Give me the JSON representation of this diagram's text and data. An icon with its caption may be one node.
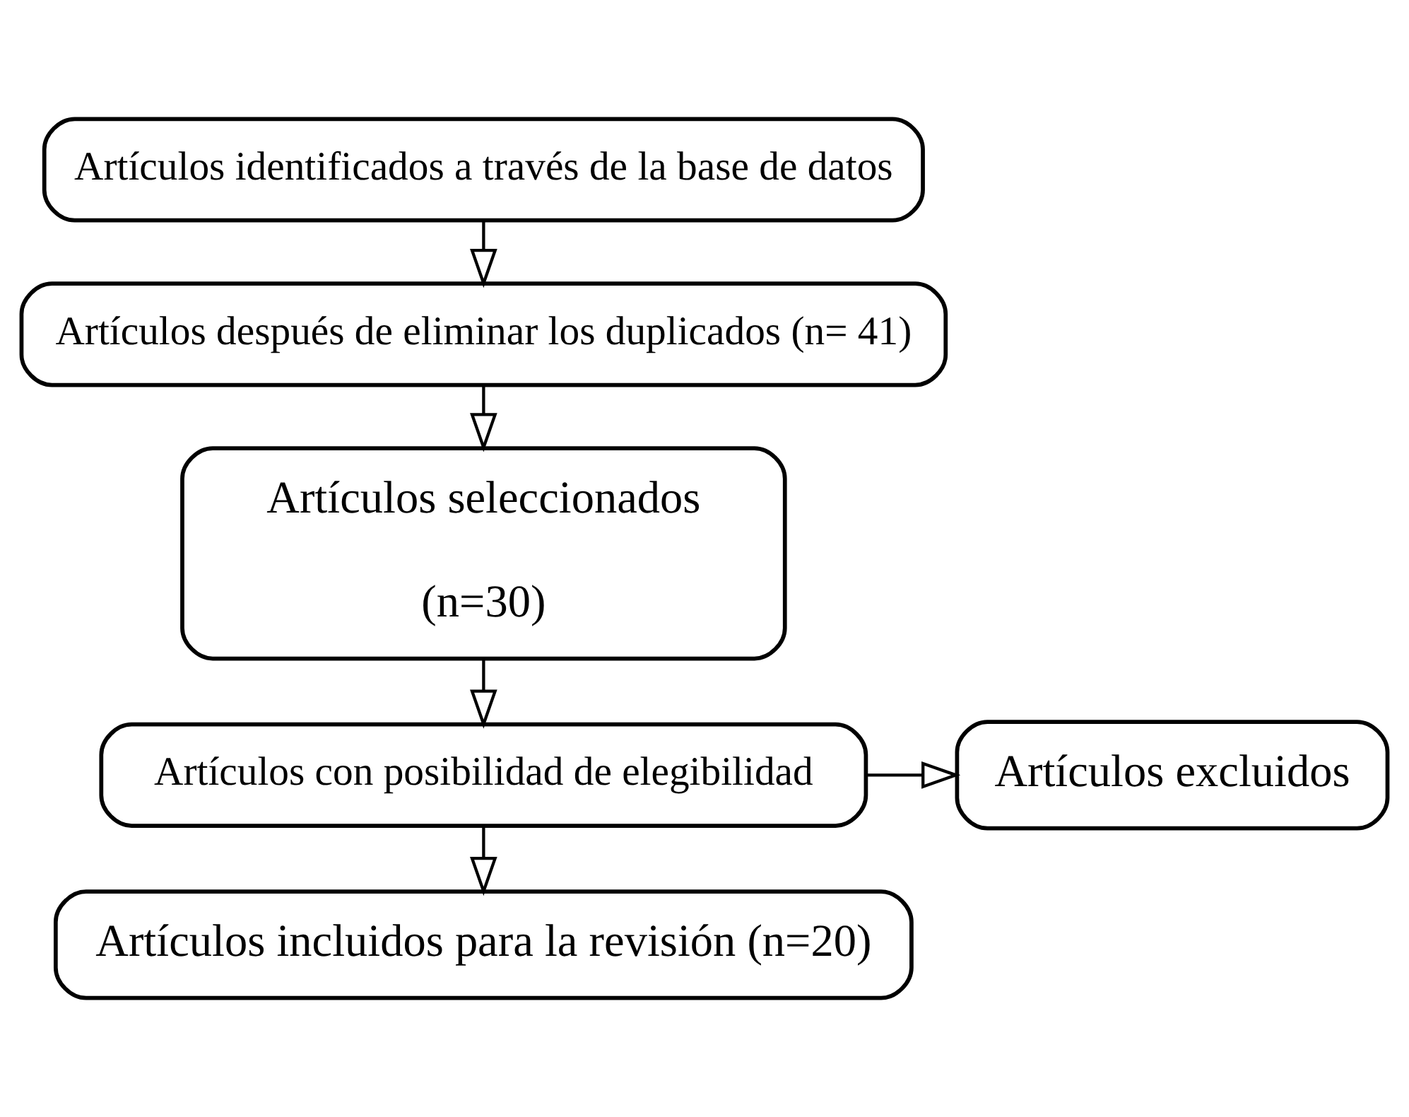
{
  "diagram": {
    "nodes": [
      {
        "text": [
          "Artículos identificados a través de la base de datos"
        ]
      },
      {
        "text": [
          "Artículos después de eliminar los duplicados (n= 41)"
        ]
      },
      {
        "text": [
          "Artículos seleccionados",
          "(n=30)"
        ]
      },
      {
        "text": [
          "Artículos con posibilidad de elegibilidad"
        ]
      },
      {
        "text": [
          "Artículos excluidos"
        ]
      },
      {
        "text": [
          "Artículos incluidos para la revisión (n=20)"
        ]
      }
    ],
    "edges": [
      {
        "from": 0,
        "to": 1,
        "arrow": "to"
      },
      {
        "from": 1,
        "to": 2,
        "arrow": "to"
      },
      {
        "from": 2,
        "to": 3,
        "arrow": "to"
      },
      {
        "from": 3,
        "to": 4,
        "arrow": "to"
      },
      {
        "from": 3,
        "to": 5,
        "arrow": "to"
      }
    ]
  }
}
